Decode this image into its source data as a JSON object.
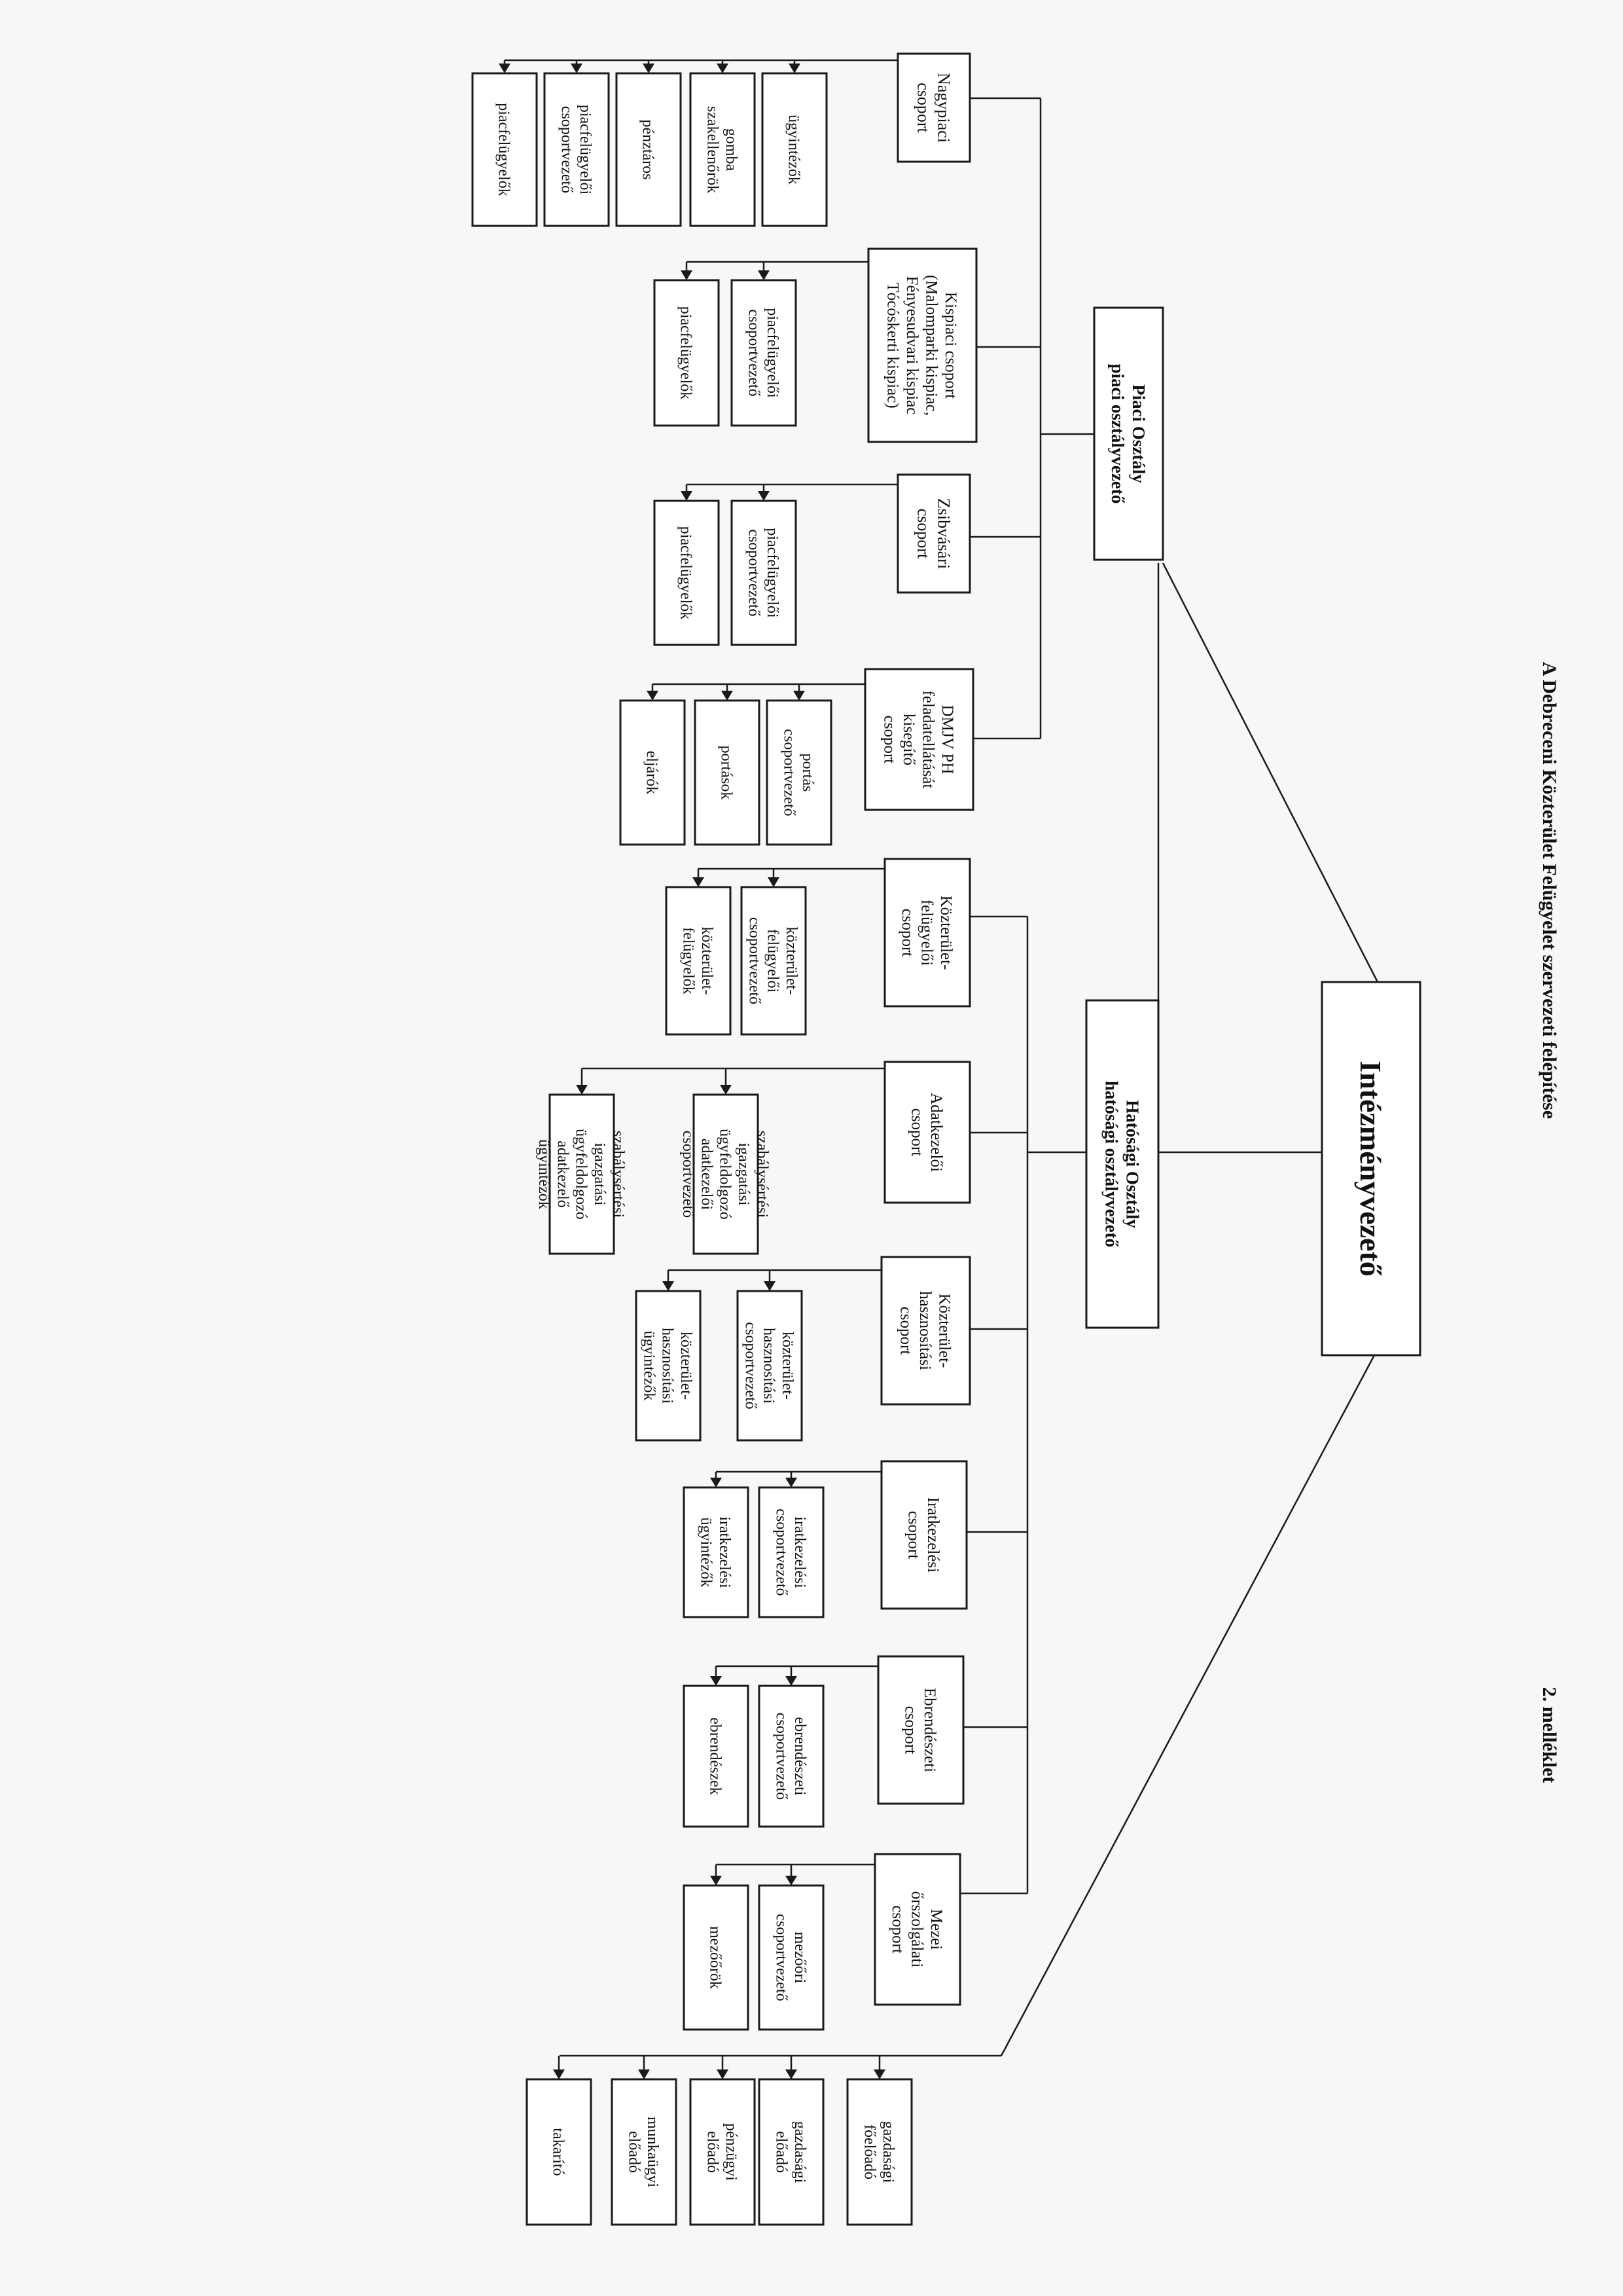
{
  "header": {
    "title": "A Debreceni Közterület Felügyelet szervezeti felépítése",
    "annex": "2. melléklet"
  },
  "chart_data": {
    "type": "org-chart",
    "root": "Intézményvezető",
    "departments": [
      {
        "name": "Piaci Osztály\npiaci osztályvezető",
        "groups": [
          {
            "name": "Nagypiaci\ncsoport",
            "members": [
              "ügyintézők",
              "gomba\nszakellenőrök",
              "pénztáros",
              "piacfelügyelői\ncsoportvezető",
              "piacfelügyelők"
            ]
          },
          {
            "name": "Kispiaci csoport\n(Malomparki kispiac,\nFényesudvari kispiac\nTócóskerti kispiac)",
            "members": [
              "piacfelügyelői\ncsoportvezető",
              "piacfelügyelők"
            ]
          },
          {
            "name": "Zsibvásári\ncsoport",
            "members": [
              "piacfelügyelői\ncsoportvezető",
              "piacfelügyelők"
            ]
          },
          {
            "name": "DMJV PH\nfeladatellátását\nkisegítő\ncsoport",
            "members": [
              "portás\ncsoportvezető",
              "portások",
              "eljárók"
            ]
          }
        ]
      },
      {
        "name": "Hatósági Osztály\nhatósági osztályvezető",
        "groups": [
          {
            "name": "Közterület-\nfelügyelői\ncsoport",
            "members": [
              "közterület-\nfelügyelői\ncsoportvezető",
              "közterület-\nfelügyelők"
            ]
          },
          {
            "name": "Adatkezelői\ncsoport",
            "members": [
              "szabálysértési\nigazgatási\nügyfeldolgozó\nadatkezelői\ncsoportvezető",
              "szabálysértési\nigazgatási\nügyfeldolgozó\nadatkezelő\nügyintézők"
            ]
          },
          {
            "name": "Közterület-\nhasznosítási\ncsoport",
            "members": [
              "közterület-\nhasznosítási\ncsoportvezető",
              "közterület-\nhasznosítási\nügyintézők"
            ]
          },
          {
            "name": "Iratkezelési\ncsoport",
            "members": [
              "iratkezelési\ncsoportvezető",
              "iratkezelési\nügyintézők"
            ]
          },
          {
            "name": "Ebrendészeti\ncsoport",
            "members": [
              "ebrendészeti\ncsoportvezető",
              "ebrendészek"
            ]
          },
          {
            "name": "Mezei\nőrszolgálati\ncsoport",
            "members": [
              "mezőőri\ncsoportvezető",
              "mezőőrök"
            ]
          }
        ]
      }
    ],
    "direct_staff": [
      "gazdasági\nfőelőadó",
      "gazdasági\nelőadó",
      "pénzügyi\nelőadó",
      "munkaügyi\nelőadó",
      "takarító"
    ]
  }
}
